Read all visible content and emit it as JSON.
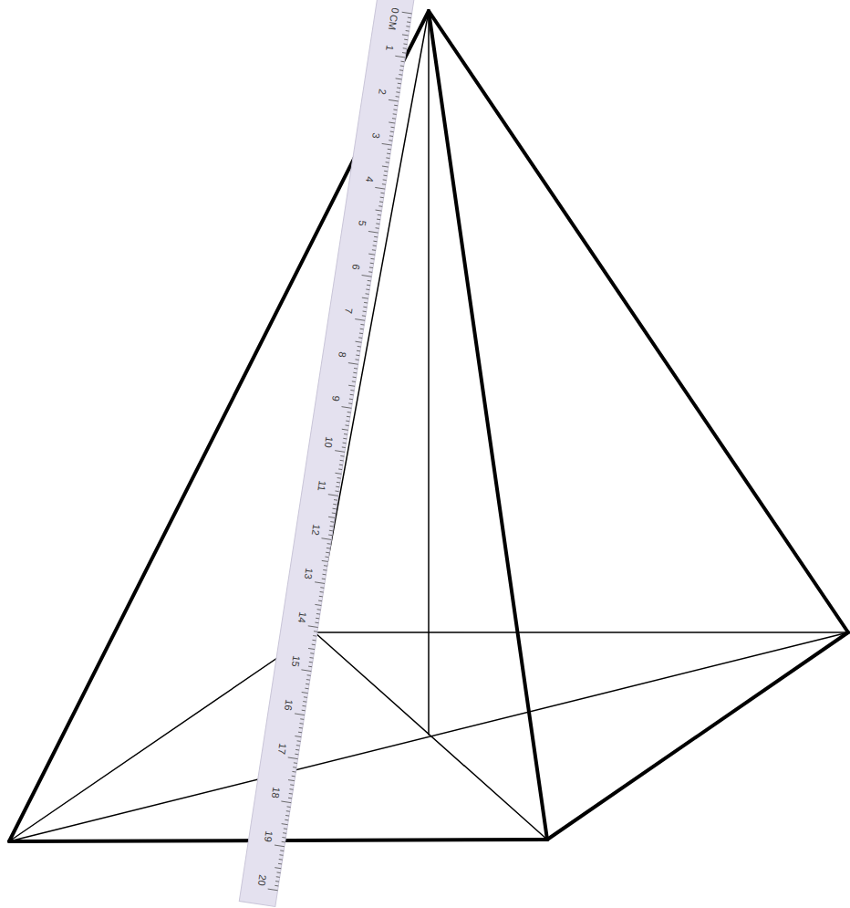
{
  "diagram": {
    "labels": [
      "0",
      "CM",
      "1",
      "2",
      "3",
      "4",
      "5",
      "6",
      "7",
      "8",
      "9",
      "10",
      "11",
      "12",
      "13",
      "14",
      "15",
      "16",
      "17",
      "18",
      "19",
      "20"
    ]
  }
}
